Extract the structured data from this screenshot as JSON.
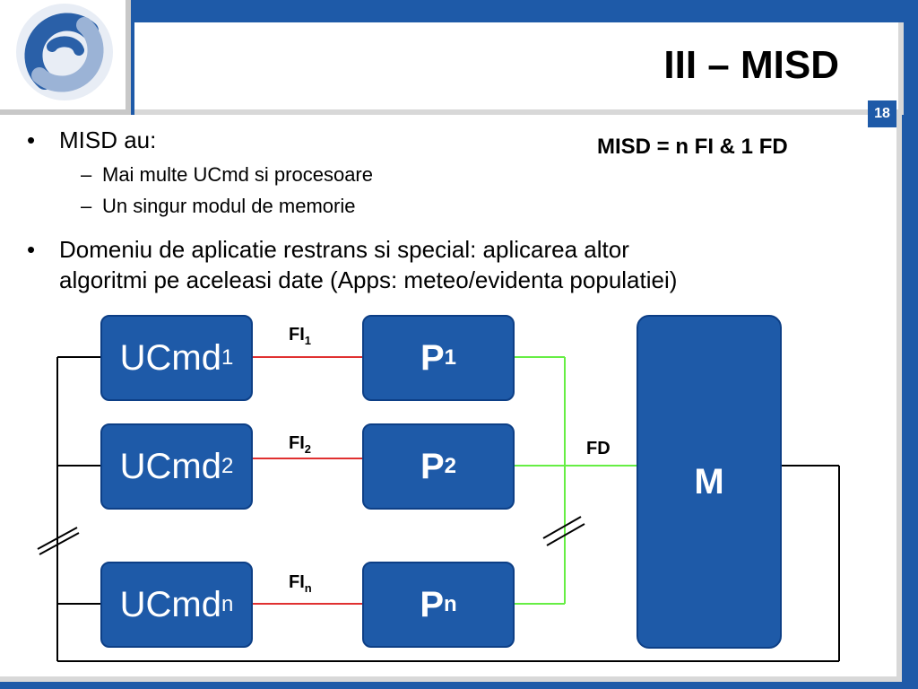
{
  "slide": {
    "title": "III – MISD",
    "page_number": "18",
    "formula": "MISD = n FI & 1 FD"
  },
  "bullets": {
    "b1": "MISD au:",
    "b1_sub1": "Mai multe UCmd si procesoare",
    "b1_sub2": "Un singur modul de memorie",
    "b2_line1": "Domeniu de aplicatie restrans si special: aplicarea altor",
    "b2_line2": "algoritmi pe aceleasi date (Apps: meteo/evidenta populatiei)",
    "bullet_glyph": "•",
    "dash_glyph": "–"
  },
  "diagram": {
    "ucmd_base": "UCmd",
    "proc_base": "P",
    "fi_base": "FI",
    "sub_1": "1",
    "sub_2": "2",
    "sub_n": "n",
    "fd_label": "FD",
    "memory_label": "M"
  },
  "colors": {
    "blue": "#1e5aa8",
    "fi_wire": "#e03030",
    "fd_wire": "#66ee44",
    "control_wire": "#000000"
  }
}
